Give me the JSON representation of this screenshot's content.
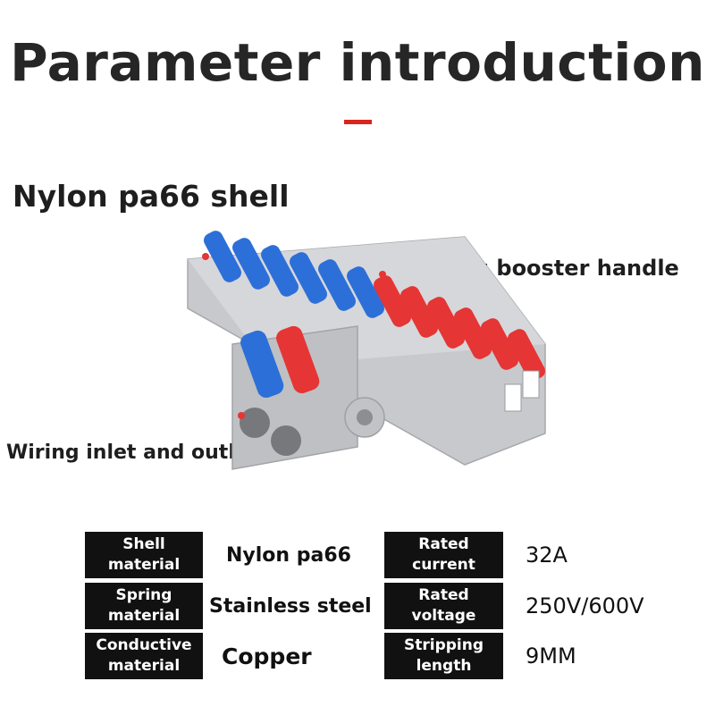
{
  "title": "Parameter introduction",
  "colors": {
    "accent": "#d9251d",
    "blue": "#2d6fd8",
    "red": "#e53535",
    "shell": "#c8c9cc"
  },
  "callouts": {
    "shell": "Nylon pa66 shell",
    "booster": "Wiring booster handle",
    "inlet": "Wiring inlet and outlet"
  },
  "specs": [
    {
      "label": "Shell\nmaterial",
      "value": "Nylon pa66"
    },
    {
      "label": "Spring\nmaterial",
      "value": "Stainless steel"
    },
    {
      "label": "Conductive\nmaterial",
      "value": "Copper"
    },
    {
      "label": "Rated\ncurrent",
      "value": "32A"
    },
    {
      "label": "Rated\nvoltage",
      "value": "250V/600V"
    },
    {
      "label": "Stripping\nlength",
      "value": "9MM"
    }
  ]
}
